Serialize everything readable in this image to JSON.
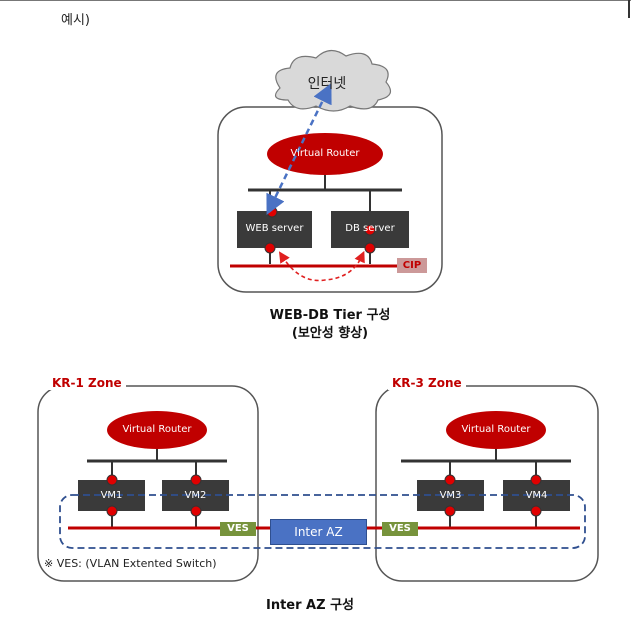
{
  "page": {
    "heading": "예시)",
    "accent_red": "#c00000",
    "accent_blue": "#4a72c4",
    "ves_green": "#77933c"
  },
  "tier_diagram": {
    "cloud_label": "인터넷",
    "router_label": "Virtual Router",
    "web_server_label": "WEB server",
    "db_server_label": "DB server",
    "cip_label": "CIP",
    "caption_line1": "WEB-DB Tier  구성",
    "caption_line2": "(보안성 향상)"
  },
  "az_diagram": {
    "zone1_label": "KR-1 Zone",
    "zone2_label": "KR-3 Zone",
    "router_label": "Virtual Router",
    "vm_labels": [
      "VM1",
      "VM2",
      "VM3",
      "VM4"
    ],
    "ves_label": "VES",
    "inter_az_label": "Inter AZ",
    "footnote": "※ VES: (VLAN Extented Switch)",
    "caption": "Inter AZ 구성"
  }
}
